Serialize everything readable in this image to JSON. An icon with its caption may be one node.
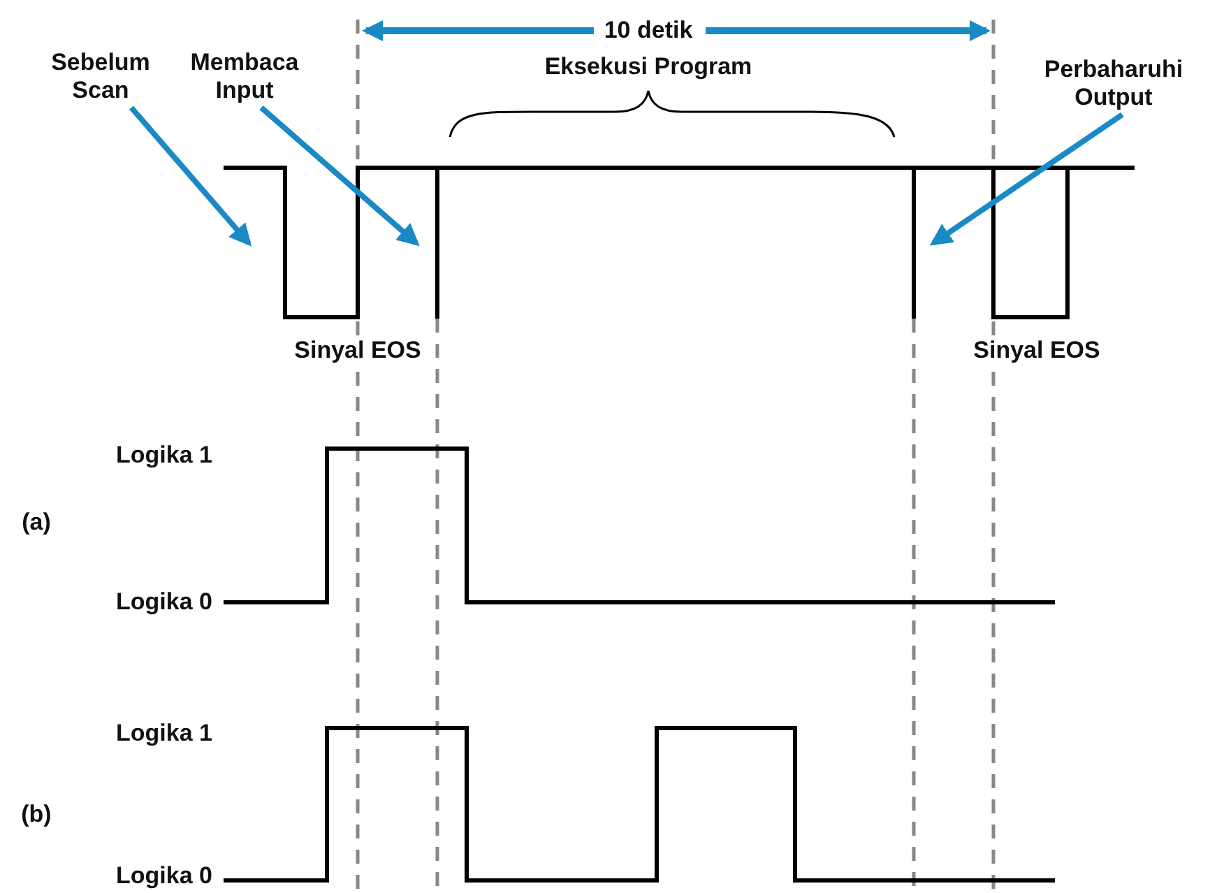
{
  "diagram": {
    "nodes": [
      {
        "text": [
          "Sebelum Scan"
        ]
      },
      {
        "text": [
          "Membaca Input"
        ]
      },
      {
        "text": [
          "Perbaharuhi Output"
        ]
      }
    ],
    "edges": [
      {
        "from": 0,
        "to": null,
        "arrow": "to"
      },
      {
        "from": 1,
        "to": null,
        "arrow": "to"
      },
      {
        "from": 2,
        "to": null,
        "arrow": "to"
      }
    ],
    "labels": [
      "10 detik",
      "Eksekusi Program",
      "Sinyal EOS",
      "Sinyal EOS",
      "Logika 1",
      "(a)",
      "Logika 0",
      "Logika 1",
      "(b)",
      "Logika 0"
    ]
  }
}
